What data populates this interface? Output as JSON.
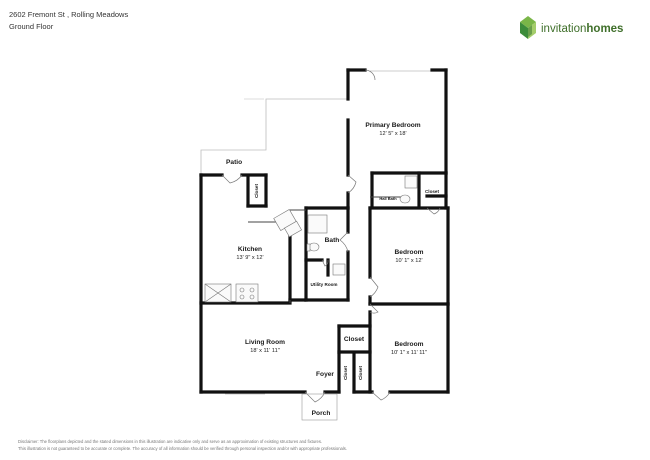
{
  "header": {
    "address": "2602 Fremont St , Rolling Meadows",
    "floor": "Ground Floor"
  },
  "brand": {
    "name_part1": "invitation",
    "name_part2": "homes",
    "logo_colors": [
      "#7ab648",
      "#3c8c3a",
      "#a4cd6b",
      "#2f6f2e"
    ],
    "text_color": "#3f6f2a"
  },
  "rooms": {
    "primary_bedroom": {
      "name": "Primary Bedroom",
      "dims": "12' 5\" x 18'"
    },
    "patio": {
      "name": "Patio"
    },
    "closet_kitchen": {
      "name": "Closet"
    },
    "closet_primary": {
      "name": "Closet"
    },
    "hall_bath": {
      "name": "Hall Bath"
    },
    "kitchen": {
      "name": "Kitchen",
      "dims": "13' 9\" x 12'"
    },
    "bath": {
      "name": "Bath"
    },
    "bedroom_1": {
      "name": "Bedroom",
      "dims": "10' 1\" x 12'"
    },
    "utility_room": {
      "name": "Utility Room"
    },
    "living_room": {
      "name": "Living Room",
      "dims": "18' x 11' 11\""
    },
    "closet_hall": {
      "name": "Closet"
    },
    "bedroom_2": {
      "name": "Bedroom",
      "dims": "10' 1\" x 11' 11\""
    },
    "foyer": {
      "name": "Foyer"
    },
    "closet_foyer": {
      "name": "Closet"
    },
    "closet_bed2": {
      "name": "Closet"
    },
    "porch": {
      "name": "Porch"
    }
  },
  "disclaimer": {
    "line1": "Disclaimer: The floorplans depicted and the stated dimensions in this illustration are indicative only and serve as an approximation of existing structures and fixtures.",
    "line2": "This illustration is not guaranteed to be accurate or complete. The accuracy of all information should be verified through personal inspection and/or with appropriate professionals."
  }
}
